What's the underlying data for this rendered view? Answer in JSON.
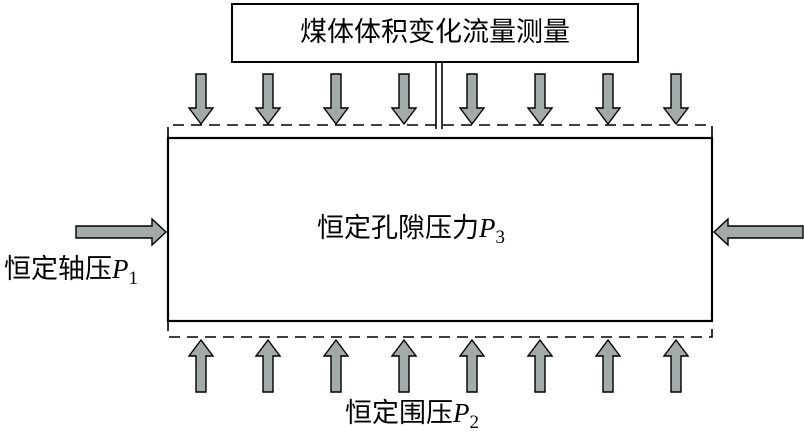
{
  "title_box": {
    "text": "煤体体积变化流量测量"
  },
  "pore_pressure": {
    "text": "恒定孔隙压力",
    "var": "P",
    "sub": "3"
  },
  "axial_pressure": {
    "text": "恒定轴压",
    "var": "P",
    "sub": "1"
  },
  "confining_pressure": {
    "text": "恒定围压",
    "var": "P",
    "sub": "2"
  },
  "colors": {
    "arrow_fill": "#a3aaaa",
    "stroke": "#000000",
    "background": "#ffffff"
  }
}
